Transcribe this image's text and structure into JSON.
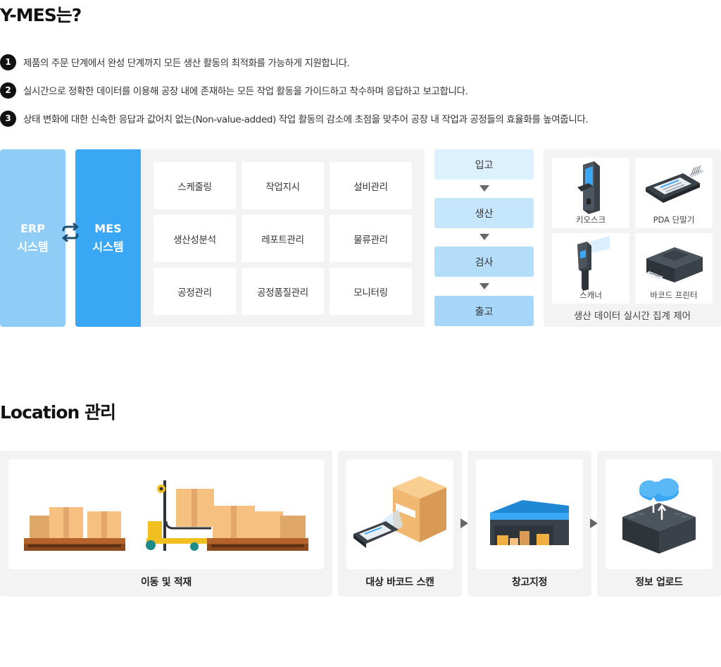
{
  "section1": {
    "title": "Y-MES는?",
    "features": [
      {
        "num": "1",
        "text": "제품의 주문 단계에서 완성 단계까지 모든 생산 활동의 최적화를 가능하게 지원합니다."
      },
      {
        "num": "2",
        "text": "실시간으로 정확한 데이터를 이용해 공장 내에 존재하는 모든 작업 활동을 가이드하고 착수하며 응답하고 보고합니다."
      },
      {
        "num": "3",
        "text": "상태 변화에 대한 신속한 응답과 값어치 없는(Non-value-added) 작업 활동의 감소에 초점을 맞추어 공장 내 작업과 공정들의 효율화를 높여줍니다."
      }
    ],
    "erp": {
      "line1": "ERP",
      "line2": "시스템"
    },
    "mes": {
      "line1": "MES",
      "line2": "시스템"
    },
    "functions": [
      "스케줄링",
      "작업지시",
      "설비관리",
      "생산성분석",
      "레포트관리",
      "물류관리",
      "공정관리",
      "공정품질관리",
      "모니터링"
    ],
    "flow": [
      "입고",
      "생산",
      "검사",
      "출고"
    ],
    "devices": [
      "키오스크",
      "PDA 단말기",
      "스캐너",
      "바코드 프린터"
    ],
    "device_caption": "생산 데이터 실시간 집계 제어"
  },
  "section2": {
    "title": "Location 관리",
    "steps": [
      "이동 및 적재",
      "대상 바코드 스캔",
      "창고지정",
      "정보 업로드"
    ]
  },
  "colors": {
    "erp": "#8fcdf7",
    "mes": "#3aa7f5",
    "flow_light": "#ddf0fd",
    "flow_mid": "#c6e6fc",
    "flow_dark": "#a6d6f9",
    "panel": "#f3f3f3"
  }
}
